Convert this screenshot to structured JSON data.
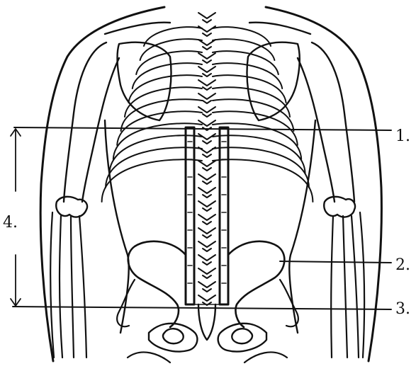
{
  "labels": {
    "one": "1.",
    "two": "2.",
    "three": "3.",
    "four": "4."
  },
  "colors": {
    "ink": "#111111",
    "background": "#ffffff"
  }
}
